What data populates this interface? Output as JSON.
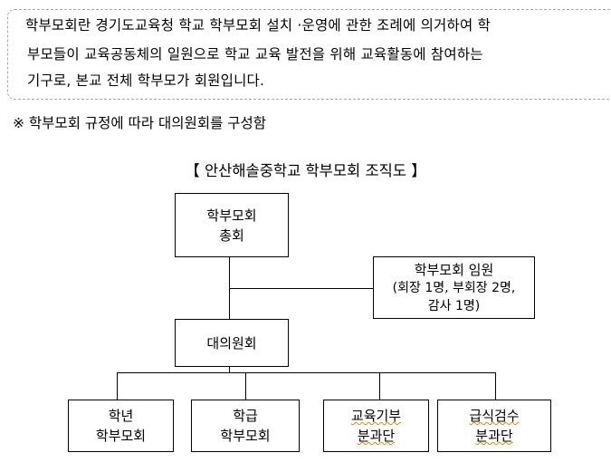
{
  "intro": {
    "lines": [
      "학부모회란 경기도교육청 학교 학부모회 설치 ·운영에 관한 조례에 의거하여 학",
      "부모들이 교육공동체의 일원으로 학교 교육 발전을 위해 교육활동에 참여하는",
      "기구로, 본교 전체 학부모가 회원입니다."
    ]
  },
  "note": "※ 학부모회 규정에 따라 대의원회를 구성함",
  "chart": {
    "title": "【 안산해솔중학교 학부모회 조직도 】",
    "general_assembly": [
      "학부모회",
      "총회"
    ],
    "officers": [
      "학부모회 임원",
      "(회장 1명, 부회장 2명,",
      "감사 1명)"
    ],
    "council": "대의원회",
    "units": [
      [
        "학년",
        "학부모회"
      ],
      [
        "학급",
        "학부모회"
      ],
      [
        "교육기부",
        "분과단"
      ],
      [
        "급식검수",
        "분과단"
      ]
    ]
  }
}
